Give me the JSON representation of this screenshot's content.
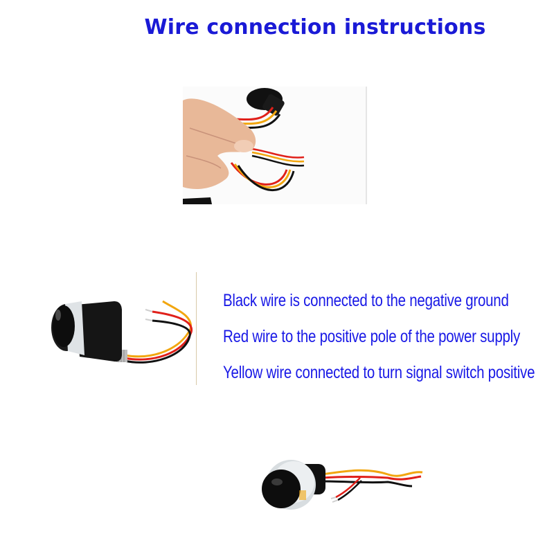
{
  "title": "Wire connection instructions",
  "instructions": [
    "Black wire is connected to the negative ground",
    "Red wire to the positive pole of the power supply",
    "Yellow wire connected to turn signal switch positive"
  ],
  "colors": {
    "title": "#1a1ad6",
    "instruction_text": "#1919e6",
    "wire_black": "#111111",
    "wire_red": "#e0201a",
    "wire_yellow": "#f2a60f"
  }
}
